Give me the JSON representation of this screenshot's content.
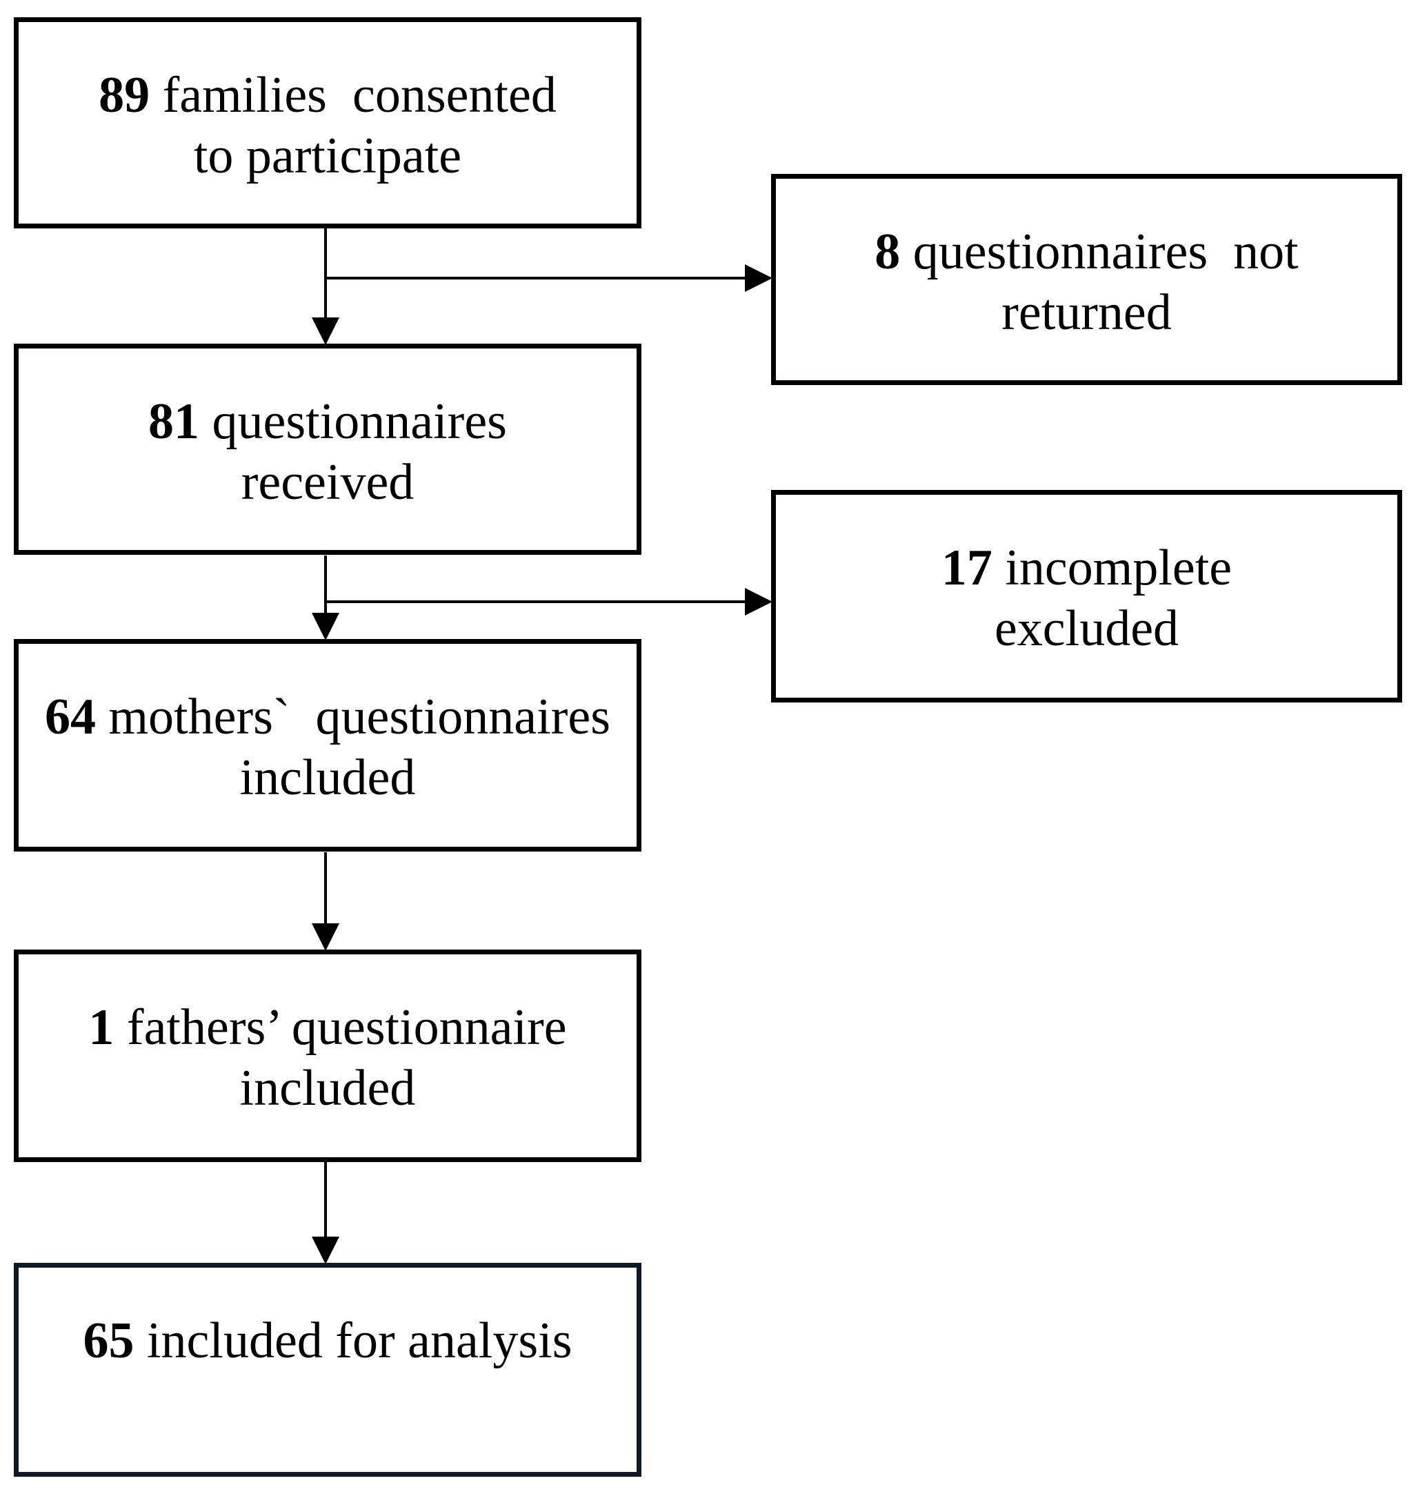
{
  "diagram": {
    "boxes": [
      {
        "id": "consented",
        "number": "89",
        "line1": " families  consented",
        "line2": "to participate"
      },
      {
        "id": "received",
        "number": "81",
        "line1": " questionnaires",
        "line2": "received"
      },
      {
        "id": "mothers",
        "number": "64",
        "line1": " mothers`  questionnaires",
        "line2": "included"
      },
      {
        "id": "fathers",
        "number": "1",
        "line1": " fathers’ questionnaire",
        "line2": "included"
      },
      {
        "id": "analysis",
        "number": "65",
        "line1": " included for analysis",
        "line2": ""
      },
      {
        "id": "not-returned",
        "number": "8",
        "line1": " questionnaires  not",
        "line2": "returned"
      },
      {
        "id": "incomplete",
        "number": "17",
        "line1": " incomplete",
        "line2": "excluded"
      }
    ],
    "edges": [
      {
        "from": "consented",
        "to": "received"
      },
      {
        "from": "consented",
        "to": "not-returned"
      },
      {
        "from": "received",
        "to": "mothers"
      },
      {
        "from": "received",
        "to": "incomplete"
      },
      {
        "from": "mothers",
        "to": "fathers"
      },
      {
        "from": "fathers",
        "to": "analysis"
      }
    ]
  },
  "colors": {
    "border": "#000000",
    "last_border": "#0e1a24",
    "background": "#ffffff"
  }
}
